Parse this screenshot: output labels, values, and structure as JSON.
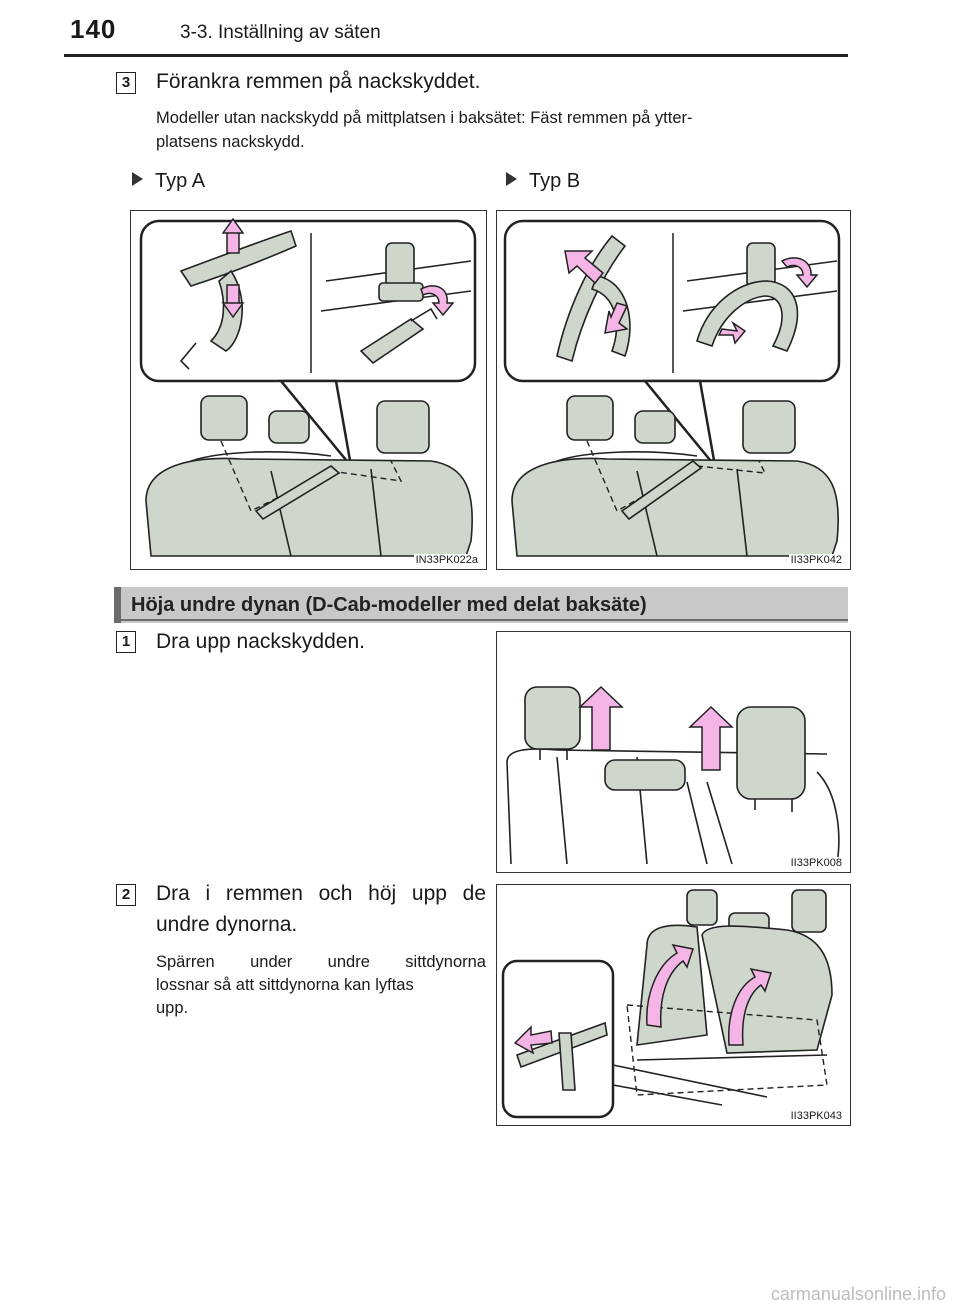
{
  "header": {
    "page_number": "140",
    "chapter": "3-3. Inställning av säten"
  },
  "step3": {
    "number": "3",
    "title": "Förankra remmen på nackskyddet.",
    "description_line1": "Modeller utan nackskydd på mittplatsen i baksätet: Fäst remmen på ytter-",
    "description_line2": "platsens nackskydd."
  },
  "types": {
    "a_label": "Typ A",
    "b_label": "Typ B"
  },
  "figures": {
    "fig_a_code": "IN33PK022a",
    "fig_b_code": "II33PK042",
    "fig_c_code": "II33PK008",
    "fig_d_code": "II33PK043"
  },
  "section": {
    "title": "Höja undre dynan (D-Cab-modeller med delat baksäte)"
  },
  "step1": {
    "number": "1",
    "title": "Dra upp nackskydden."
  },
  "step2": {
    "number": "2",
    "title_line1": "Dra i remmen och höj upp de",
    "title_line2": "undre dynorna.",
    "description_line1": "Spärren under undre sittdynorna",
    "description_line2": "lossnar så att sittdynorna kan lyftas",
    "description_line3": "upp."
  },
  "footer": {
    "watermark": "carmanualsonline.info"
  },
  "colors": {
    "accent_pink": "#f5b4e6",
    "seat_fill": "#cfd6cc",
    "section_band": "#c8c8c8"
  }
}
